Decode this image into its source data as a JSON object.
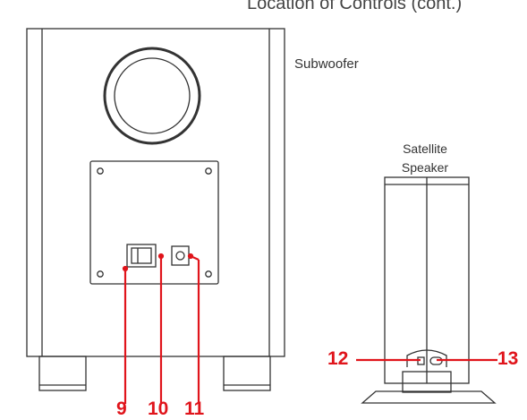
{
  "header": {
    "title": "Location of Controls (cont.)"
  },
  "labels": {
    "subwoofer": "Subwoofer",
    "satellite_line1": "Satellite",
    "satellite_line2": "Speaker"
  },
  "callouts": [
    "9",
    "10",
    "11",
    "12",
    "13"
  ],
  "colors": {
    "callout": "#e0141b",
    "line": "#333333"
  }
}
